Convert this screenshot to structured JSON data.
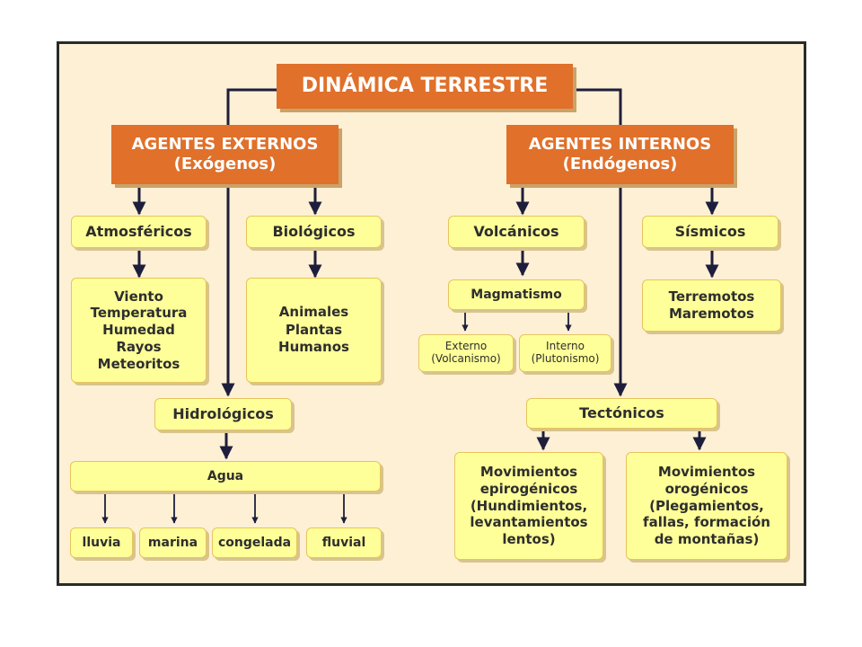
{
  "diagram": {
    "root": "DINÁMICA TERRESTRE",
    "externos": {
      "title": "AGENTES EXTERNOS\n(Exógenos)",
      "atmosfericos": {
        "label": "Atmosféricos",
        "items": "Viento\nTemperatura\nHumedad\nRayos\nMeteoritos"
      },
      "biologicos": {
        "label": "Biológicos",
        "items": "Animales\nPlantas\nHumanos"
      },
      "hidrologicos": {
        "label": "Hidrológicos",
        "agua": "Agua",
        "children": [
          "lluvia",
          "marina",
          "congelada",
          "fluvial"
        ]
      }
    },
    "internos": {
      "title": "AGENTES INTERNOS\n(Endógenos)",
      "volcanicos": {
        "label": "Volcánicos",
        "magmatismo": "Magmatismo",
        "externo": "Externo\n(Volcanismo)",
        "interno": "Interno\n(Plutonismo)"
      },
      "sismicos": {
        "label": "Sísmicos",
        "items": "Terremotos\nMaremotos"
      },
      "tectonicos": {
        "label": "Tectónicos",
        "epirogenicos": "Movimientos\nepirogénicos\n(Hundimientos,\nlevantamientos\nlentos)",
        "orogenicos": "Movimientos\norogénicos\n(Plegamientos,\nfallas, formación\nde montañas)"
      }
    }
  },
  "colors": {
    "frame_bg": "#fdf0d5",
    "orange": "#e0702a",
    "yellow": "#ffff99",
    "line": "#1e1e3c"
  }
}
